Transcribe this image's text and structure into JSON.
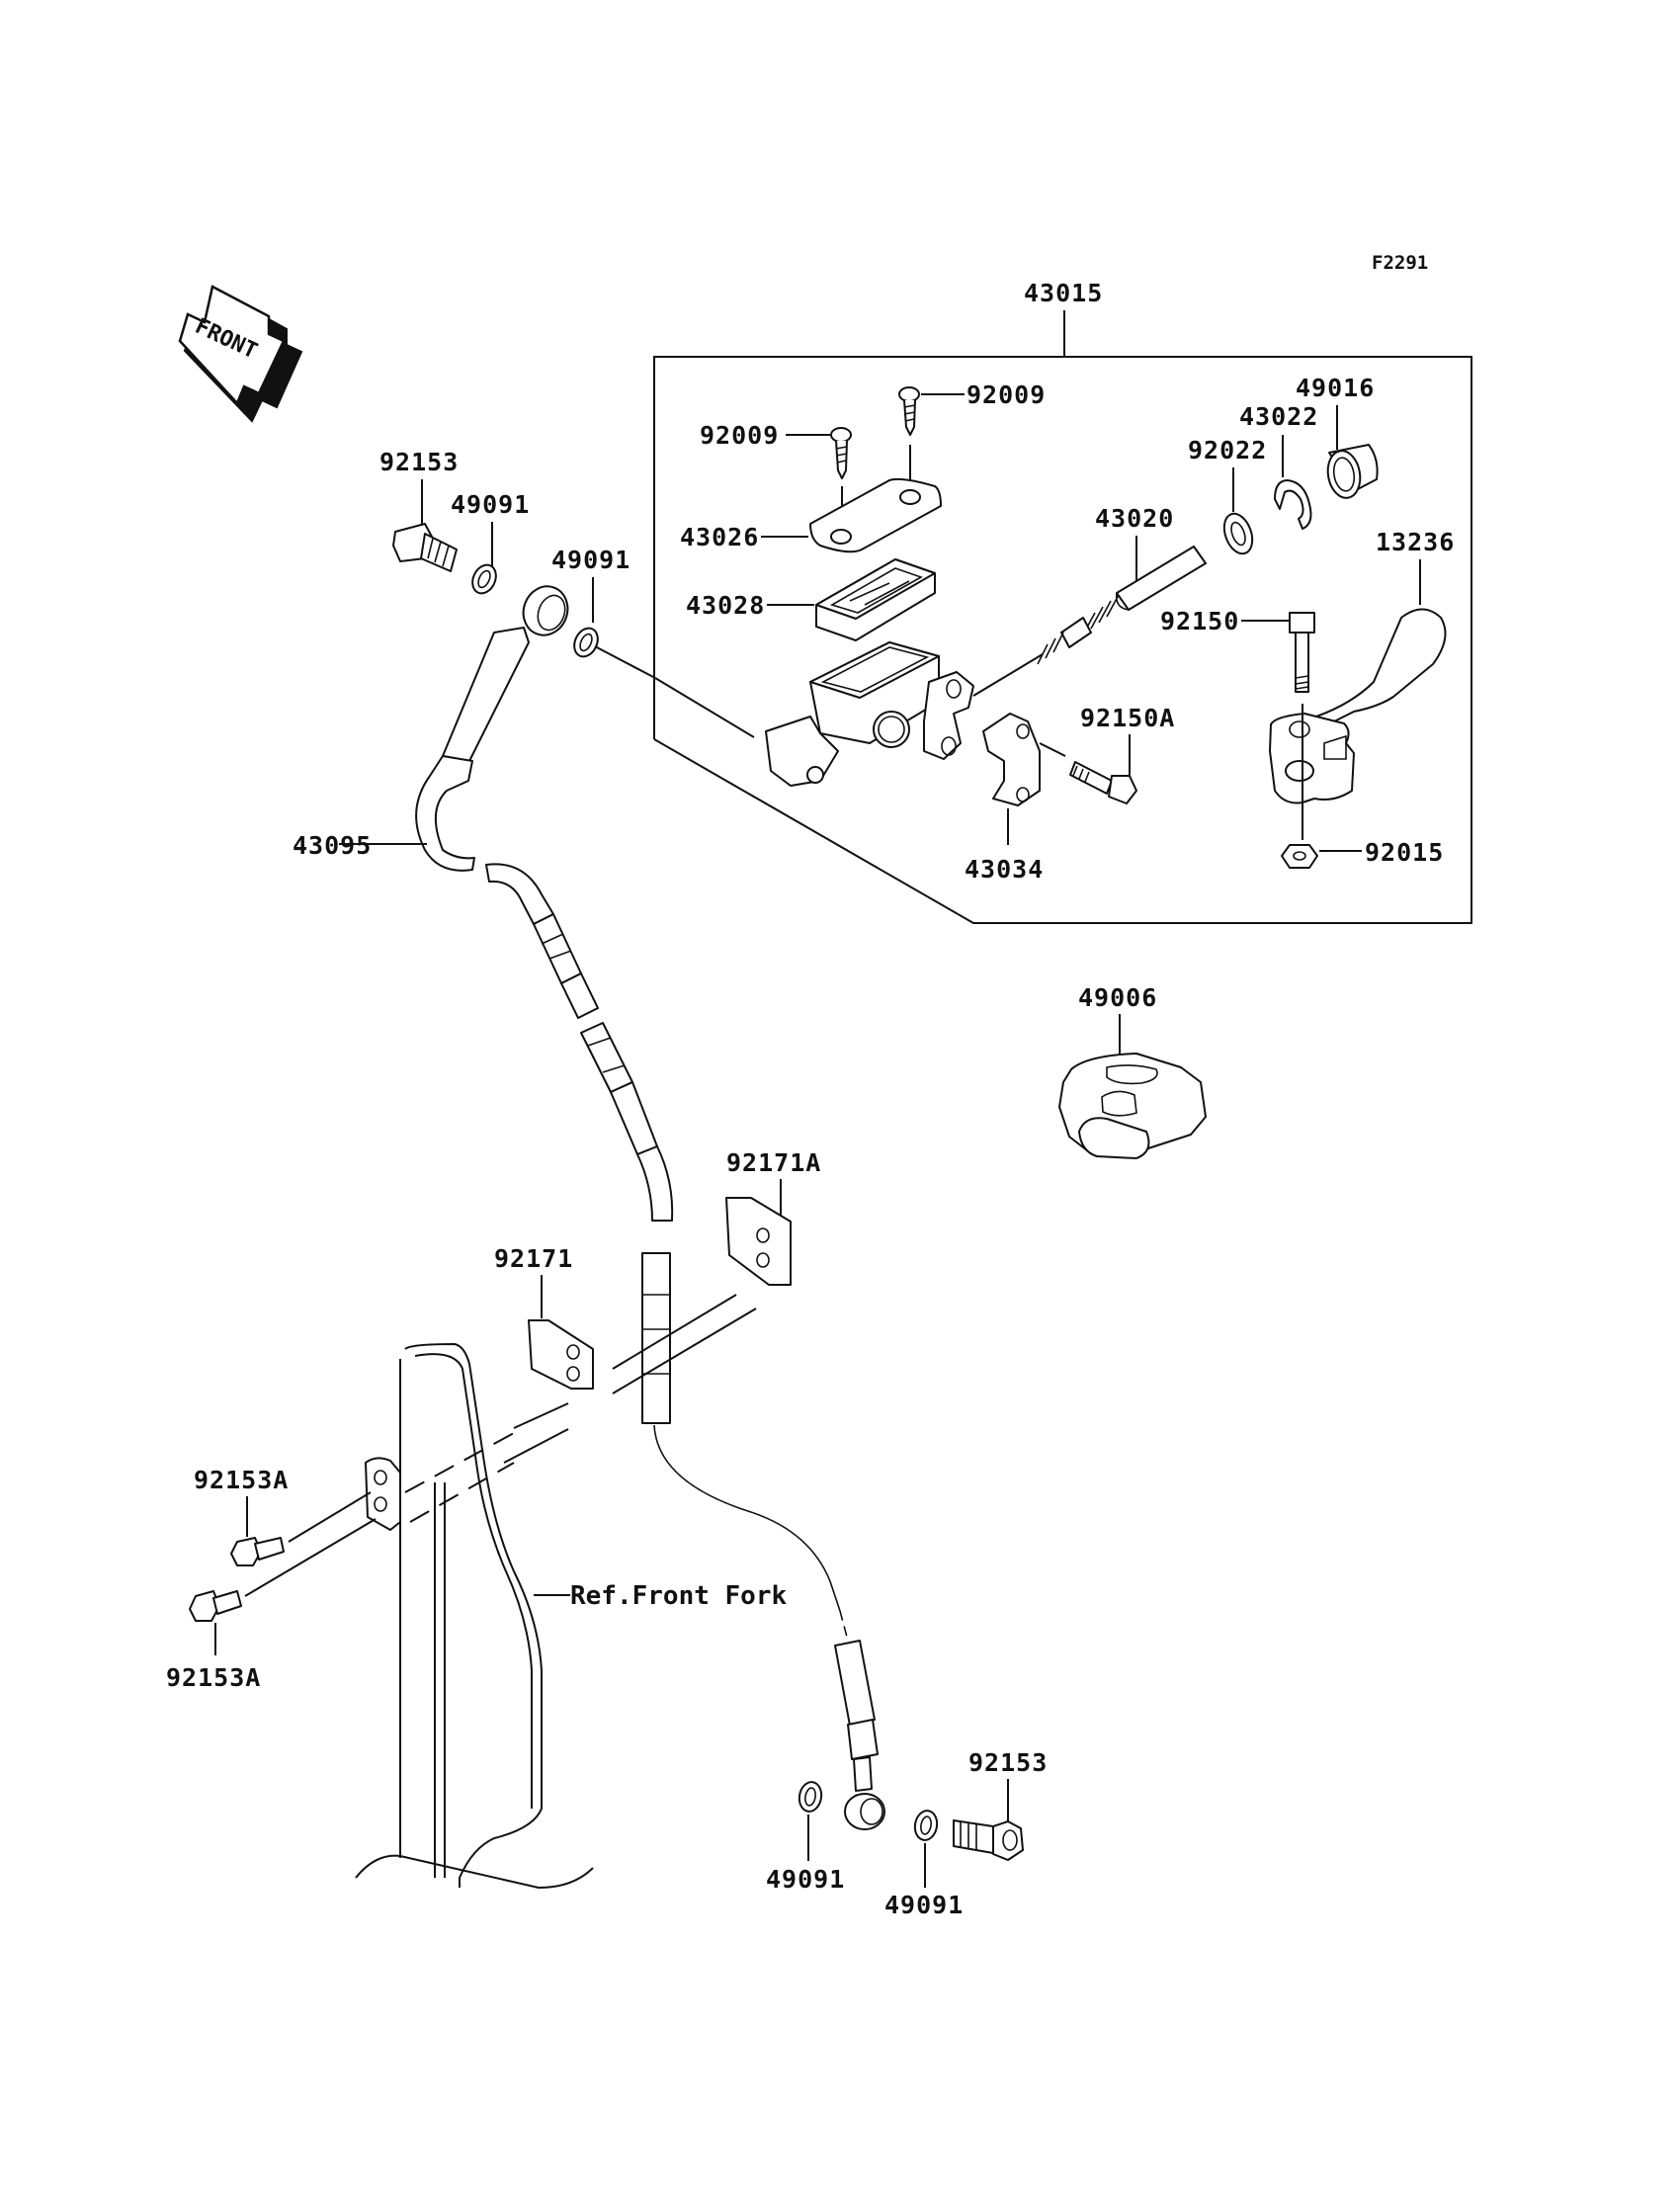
{
  "diagram": {
    "figure_code": "F2291",
    "orientation_arrow": "FRONT",
    "assembly": {
      "part_number": "43015",
      "contents": [
        "92009",
        "92009",
        "43026",
        "43028",
        "43020",
        "92022",
        "43022",
        "49016",
        "13236",
        "92150",
        "92150A",
        "43034",
        "92015"
      ]
    },
    "labels": {
      "l43015": "43015",
      "l92009a": "92009",
      "l92009b": "92009",
      "l43026": "43026",
      "l43028": "43028",
      "l43020": "43020",
      "l92022": "92022",
      "l43022": "43022",
      "l49016": "49016",
      "l13236": "13236",
      "l92150": "92150",
      "l92150A": "92150A",
      "l43034": "43034",
      "l92015": "92015",
      "l49006": "49006",
      "l92153top": "92153",
      "l49091a": "49091",
      "l49091b": "49091",
      "l43095": "43095",
      "l92171A": "92171A",
      "l92171": "92171",
      "l92153Atop": "92153A",
      "l92153Abot": "92153A",
      "lref": "Ref.Front Fork",
      "l92153bot": "92153",
      "l49091c": "49091",
      "l49091d": "49091"
    },
    "parts": [
      {
        "number": "43015",
        "description": "master cylinder assembly"
      },
      {
        "number": "92009",
        "description": "screw",
        "qty": 2
      },
      {
        "number": "43026",
        "description": "reservoir cap"
      },
      {
        "number": "43028",
        "description": "diaphragm"
      },
      {
        "number": "43020",
        "description": "piston kit with spring"
      },
      {
        "number": "92022",
        "description": "washer"
      },
      {
        "number": "43022",
        "description": "circlip"
      },
      {
        "number": "49016",
        "description": "boot"
      },
      {
        "number": "13236",
        "description": "lever"
      },
      {
        "number": "92150",
        "description": "pivot bolt"
      },
      {
        "number": "92150A",
        "description": "clamp bolt"
      },
      {
        "number": "43034",
        "description": "holder clamp"
      },
      {
        "number": "92015",
        "description": "nut"
      },
      {
        "number": "49006",
        "description": "lever cover"
      },
      {
        "number": "92153",
        "description": "banjo bolt",
        "qty": 2
      },
      {
        "number": "49091",
        "description": "washer",
        "qty": 4
      },
      {
        "number": "43095",
        "description": "brake hose"
      },
      {
        "number": "92171",
        "description": "clamp"
      },
      {
        "number": "92171A",
        "description": "clamp"
      },
      {
        "number": "92153A",
        "description": "bolt",
        "qty": 2
      }
    ],
    "reference_note": "Ref.Front Fork"
  }
}
